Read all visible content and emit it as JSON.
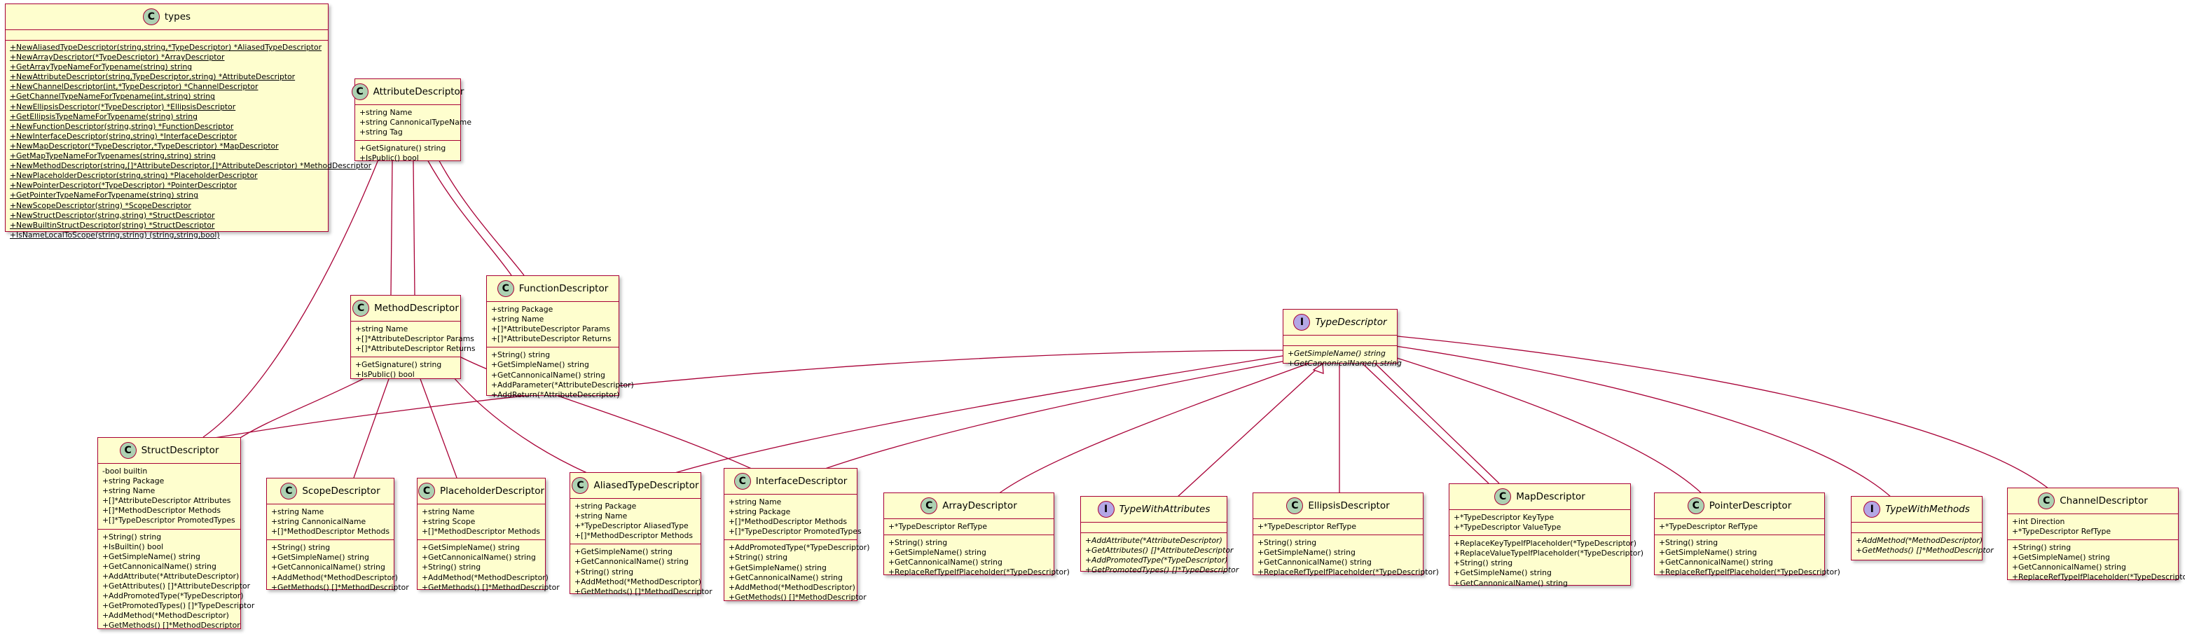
{
  "classes": {
    "types": {
      "kind": "C",
      "name": "types",
      "fields": [],
      "methods": [
        "+NewAliasedTypeDescriptor(string,string,*TypeDescriptor) *AliasedTypeDescriptor",
        "+NewArrayDescriptor(*TypeDescriptor) *ArrayDescriptor",
        "+GetArrayTypeNameForTypename(string) string",
        "+NewAttributeDescriptor(string,TypeDescriptor,string) *AttributeDescriptor",
        "+NewChannelDescriptor(int,*TypeDescriptor) *ChannelDescriptor",
        "+GetChannelTypeNameForTypename(int,string) string",
        "+NewEllipsisDescriptor(*TypeDescriptor) *EllipsisDescriptor",
        "+GetEllipsisTypeNameForTypename(string) string",
        "+NewFunctionDescriptor(string,string) *FunctionDescriptor",
        "+NewInterfaceDescriptor(string,string) *InterfaceDescriptor",
        "+NewMapDescriptor(*TypeDescriptor,*TypeDescriptor) *MapDescriptor",
        "+GetMapTypeNameForTypenames(string,string) string",
        "+NewMethodDescriptor(string,[]*AttributeDescriptor,[]*AttributeDescriptor) *MethodDescriptor",
        "+NewPlaceholderDescriptor(string,string) *PlaceholderDescriptor",
        "+NewPointerDescriptor(*TypeDescriptor) *PointerDescriptor",
        "+GetPointerTypeNameForTypename(string) string",
        "+NewScopeDescriptor(string) *ScopeDescriptor",
        "+NewStructDescriptor(string,string) *StructDescriptor",
        "+NewBuiltinStructDescriptor(string) *StructDescriptor",
        "+IsNameLocalToScope(string,string) (string,string,bool)"
      ]
    },
    "attribute": {
      "kind": "C",
      "name": "AttributeDescriptor",
      "fields": [
        "+string Name",
        "+string CannonicalTypeName",
        "+string Tag"
      ],
      "methods": [
        "+GetSignature() string",
        "+IsPublic() bool"
      ]
    },
    "method": {
      "kind": "C",
      "name": "MethodDescriptor",
      "fields": [
        "+string Name",
        "+[]*AttributeDescriptor Params",
        "+[]*AttributeDescriptor Returns"
      ],
      "methods": [
        "+GetSignature() string",
        "+IsPublic() bool"
      ]
    },
    "function": {
      "kind": "C",
      "name": "FunctionDescriptor",
      "fields": [
        "+string Package",
        "+string Name",
        "+[]*AttributeDescriptor Params",
        "+[]*AttributeDescriptor Returns"
      ],
      "methods": [
        "+String() string",
        "+GetSimpleName() string",
        "+GetCannonicalName() string",
        "+AddParameter(*AttributeDescriptor)",
        "+AddReturn(*AttributeDescriptor)"
      ]
    },
    "typedesc": {
      "kind": "I",
      "name": "TypeDescriptor",
      "fields": [],
      "methods": [
        "+GetSimpleName() string",
        "+GetCannonicalName() string"
      ]
    },
    "struct": {
      "kind": "C",
      "name": "StructDescriptor",
      "fields": [
        "-bool builtin",
        "+string Package",
        "+string Name",
        "+[]*AttributeDescriptor Attributes",
        "+[]*MethodDescriptor Methods",
        "+[]*TypeDescriptor PromotedTypes"
      ],
      "methods": [
        "+String() string",
        "+IsBuiltin() bool",
        "+GetSimpleName() string",
        "+GetCannonicalName() string",
        "+AddAttribute(*AttributeDescriptor)",
        "+GetAttributes() []*AttributeDescriptor",
        "+AddPromotedType(*TypeDescriptor)",
        "+GetPromotedTypes() []*TypeDescriptor",
        "+AddMethod(*MethodDescriptor)",
        "+GetMethods() []*MethodDescriptor"
      ]
    },
    "scope": {
      "kind": "C",
      "name": "ScopeDescriptor",
      "fields": [
        "+string Name",
        "+string CannonicalName",
        "+[]*MethodDescriptor Methods"
      ],
      "methods": [
        "+String() string",
        "+GetSimpleName() string",
        "+GetCannonicalName() string",
        "+AddMethod(*MethodDescriptor)",
        "+GetMethods() []*MethodDescriptor"
      ]
    },
    "placeholder": {
      "kind": "C",
      "name": "PlaceholderDescriptor",
      "fields": [
        "+string Name",
        "+string Scope",
        "+[]*MethodDescriptor Methods"
      ],
      "methods": [
        "+GetSimpleName() string",
        "+GetCannonicalName() string",
        "+String() string",
        "+AddMethod(*MethodDescriptor)",
        "+GetMethods() []*MethodDescriptor"
      ]
    },
    "aliased": {
      "kind": "C",
      "name": "AliasedTypeDescriptor",
      "fields": [
        "+string Package",
        "+string Name",
        "+*TypeDescriptor AliasedType",
        "+[]*MethodDescriptor Methods"
      ],
      "methods": [
        "+GetSimpleName() string",
        "+GetCannonicalName() string",
        "+String() string",
        "+AddMethod(*MethodDescriptor)",
        "+GetMethods() []*MethodDescriptor"
      ]
    },
    "interface": {
      "kind": "C",
      "name": "InterfaceDescriptor",
      "fields": [
        "+string Name",
        "+string Package",
        "+[]*MethodDescriptor Methods",
        "+[]*TypeDescriptor PromotedTypes"
      ],
      "methods": [
        "+AddPromotedType(*TypeDescriptor)",
        "+String() string",
        "+GetSimpleName() string",
        "+GetCannonicalName() string",
        "+AddMethod(*MethodDescriptor)",
        "+GetMethods() []*MethodDescriptor"
      ]
    },
    "array": {
      "kind": "C",
      "name": "ArrayDescriptor",
      "fields": [
        "+*TypeDescriptor RefType"
      ],
      "methods": [
        "+String() string",
        "+GetSimpleName() string",
        "+GetCannonicalName() string",
        "+ReplaceRefTypeIfPlaceholder(*TypeDescriptor)"
      ]
    },
    "withattrs": {
      "kind": "I",
      "name": "TypeWithAttributes",
      "fields": [],
      "methods": [
        "+AddAttribute(*AttributeDescriptor)",
        "+GetAttributes() []*AttributeDescriptor",
        "+AddPromotedType(*TypeDescriptor)",
        "+GetPromotedTypes() []*TypeDescriptor"
      ]
    },
    "ellipsis": {
      "kind": "C",
      "name": "EllipsisDescriptor",
      "fields": [
        "+*TypeDescriptor RefType"
      ],
      "methods": [
        "+String() string",
        "+GetSimpleName() string",
        "+GetCannonicalName() string",
        "+ReplaceRefTypeIfPlaceholder(*TypeDescriptor)"
      ]
    },
    "map": {
      "kind": "C",
      "name": "MapDescriptor",
      "fields": [
        "+*TypeDescriptor KeyType",
        "+*TypeDescriptor ValueType"
      ],
      "methods": [
        "+ReplaceKeyTypeIfPlaceholder(*TypeDescriptor)",
        "+ReplaceValueTypeIfPlaceholder(*TypeDescriptor)",
        "+String() string",
        "+GetSimpleName() string",
        "+GetCannonicalName() string"
      ]
    },
    "pointer": {
      "kind": "C",
      "name": "PointerDescriptor",
      "fields": [
        "+*TypeDescriptor RefType"
      ],
      "methods": [
        "+String() string",
        "+GetSimpleName() string",
        "+GetCannonicalName() string",
        "+ReplaceRefTypeIfPlaceholder(*TypeDescriptor)"
      ]
    },
    "withmethods": {
      "kind": "I",
      "name": "TypeWithMethods",
      "fields": [],
      "methods": [
        "+AddMethod(*MethodDescriptor)",
        "+GetMethods() []*MethodDescriptor"
      ]
    },
    "channel": {
      "kind": "C",
      "name": "ChannelDescriptor",
      "fields": [
        "+int Direction",
        "+*TypeDescriptor RefType"
      ],
      "methods": [
        "+String() string",
        "+GetSimpleName() string",
        "+GetCannonicalName() string",
        "+ReplaceRefTypeIfPlaceholder(*TypeDescriptor)"
      ]
    }
  },
  "colors": {
    "border": "#A80036",
    "fill": "#FEFECE",
    "class_badge": "#ADD1B2",
    "interface_badge": "#B4A7E5"
  }
}
